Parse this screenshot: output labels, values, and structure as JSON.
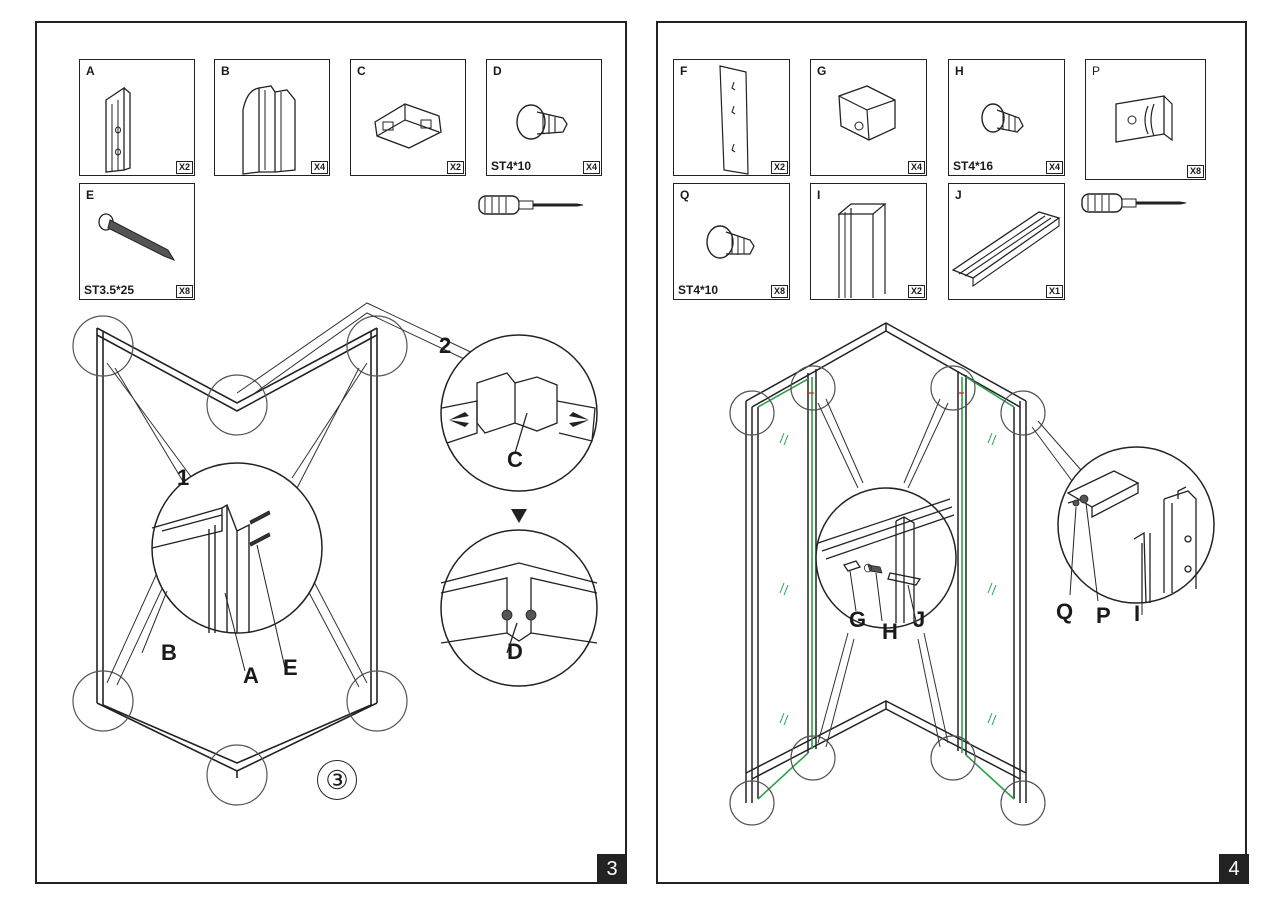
{
  "page3": {
    "page_number": "3",
    "step_label": "③",
    "parts": [
      {
        "letter": "A",
        "qty": "X2",
        "spec": ""
      },
      {
        "letter": "B",
        "qty": "X4",
        "spec": ""
      },
      {
        "letter": "C",
        "qty": "X2",
        "spec": ""
      },
      {
        "letter": "D",
        "qty": "X4",
        "spec": "ST4*10"
      },
      {
        "letter": "E",
        "qty": "X8",
        "spec": "ST3.5*25"
      }
    ],
    "detail_steps": [
      "1",
      "2"
    ],
    "callouts": [
      "B",
      "A",
      "E",
      "C",
      "D"
    ]
  },
  "page4": {
    "page_number": "4",
    "parts": [
      {
        "letter": "F",
        "qty": "X2",
        "spec": ""
      },
      {
        "letter": "G",
        "qty": "X4",
        "spec": ""
      },
      {
        "letter": "H",
        "qty": "X4",
        "spec": "ST4*16"
      },
      {
        "letter": "P",
        "qty": "X8",
        "spec": ""
      },
      {
        "letter": "Q",
        "qty": "X8",
        "spec": "ST4*10"
      },
      {
        "letter": "I",
        "qty": "X2",
        "spec": ""
      },
      {
        "letter": "J",
        "qty": "X1",
        "spec": ""
      }
    ],
    "callouts": [
      "G",
      "H",
      "J",
      "Q",
      "P",
      "I"
    ]
  },
  "colors": {
    "line": "#222222",
    "glass": "#2e9e4a",
    "accent": "#c0392b"
  },
  "icons": [
    "screwdriver-icon",
    "screwdriver-icon"
  ]
}
